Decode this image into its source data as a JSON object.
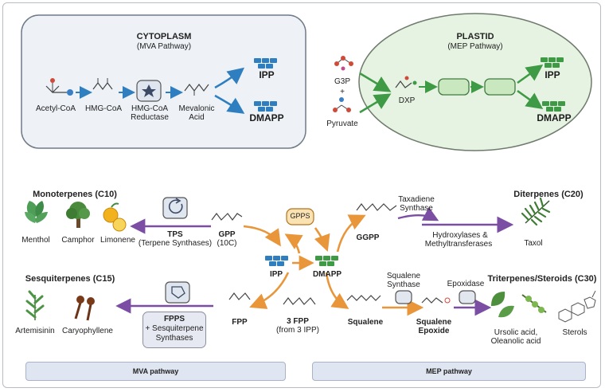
{
  "cytoplasm": {
    "title": "CYTOPLASM",
    "subtitle": "(MVA Pathway)",
    "acetyl": "Acetyl-CoA",
    "hmg": "HMG-CoA",
    "reductase_1": "HMG-CoA",
    "reductase_2": "Reductase",
    "mevalonic_1": "Mevalonic",
    "mevalonic_2": "Acid",
    "ipp": "IPP",
    "dmapp": "DMAPP"
  },
  "plastid": {
    "title": "PLASTID",
    "subtitle": "(MEP Pathway)",
    "g3p": "G3P",
    "plus": "+",
    "pyruvate": "Pyruvate",
    "dxp": "DXP",
    "ipp": "IPP",
    "dmapp": "DMAPP"
  },
  "mono": {
    "title": "Monoterpenes (C10)",
    "menthol": "Menthol",
    "camphor": "Camphor",
    "limonene": "Limonene",
    "tps": "TPS",
    "tps_full": "(Terpene Synthases)",
    "gpp": "GPP",
    "gpp_c": "(10C)",
    "gpps": "GPPS"
  },
  "center": {
    "ipp": "IPP",
    "dmapp": "DMAPP",
    "fpp_3": "3 FPP",
    "fpp_3_note": "(from 3 IPP)"
  },
  "di": {
    "title": "Diterpenes (C20)",
    "taxadiene_1": "Taxadiene",
    "taxadiene_2": "Synthase",
    "ggpp": "GGPP",
    "hydroxylases": "Hydroxylases &",
    "methyltransferases": "Methyltransferases",
    "taxol": "Taxol"
  },
  "sesqui": {
    "title": "Sesquiterpenes (C15)",
    "artemisinin": "Artemisinin",
    "caryophyllene": "Caryophyllene",
    "fpps": "FPPS",
    "fpps_2": "+ Sesquiterpene",
    "fpps_3": "Synthases",
    "fpp": "FPP"
  },
  "triter": {
    "title": "Triterpenes/Steroids (C30)",
    "squalene": "Squalene",
    "sq_synthase_1": "Squalene",
    "sq_synthase_2": "Synthase",
    "sq_epoxide_1": "Squalene",
    "sq_epoxide_2": "Epoxide",
    "epoxidase": "Epoxidase",
    "ursolic_1": "Ursolic acid,",
    "ursolic_2": "Oleanolic acid",
    "sterols": "Sterols"
  },
  "legend": {
    "mva": "MVA pathway",
    "mep": "MEP pathway"
  },
  "colors": {
    "blue_block": "#2f7fc0",
    "green_block": "#3e9a45",
    "orange_arrow": "#e9953a",
    "purple_arrow": "#7b4ea3",
    "cyto_fill": "#eef2f7",
    "plastid_fill": "#e7f3e2"
  }
}
